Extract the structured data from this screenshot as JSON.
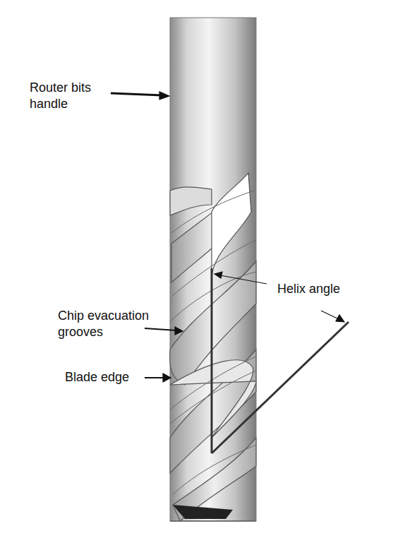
{
  "diagram": {
    "labels": [
      "Router bits handle",
      "Helix angle",
      "Chip evacuation grooves",
      "Blade edge"
    ]
  }
}
